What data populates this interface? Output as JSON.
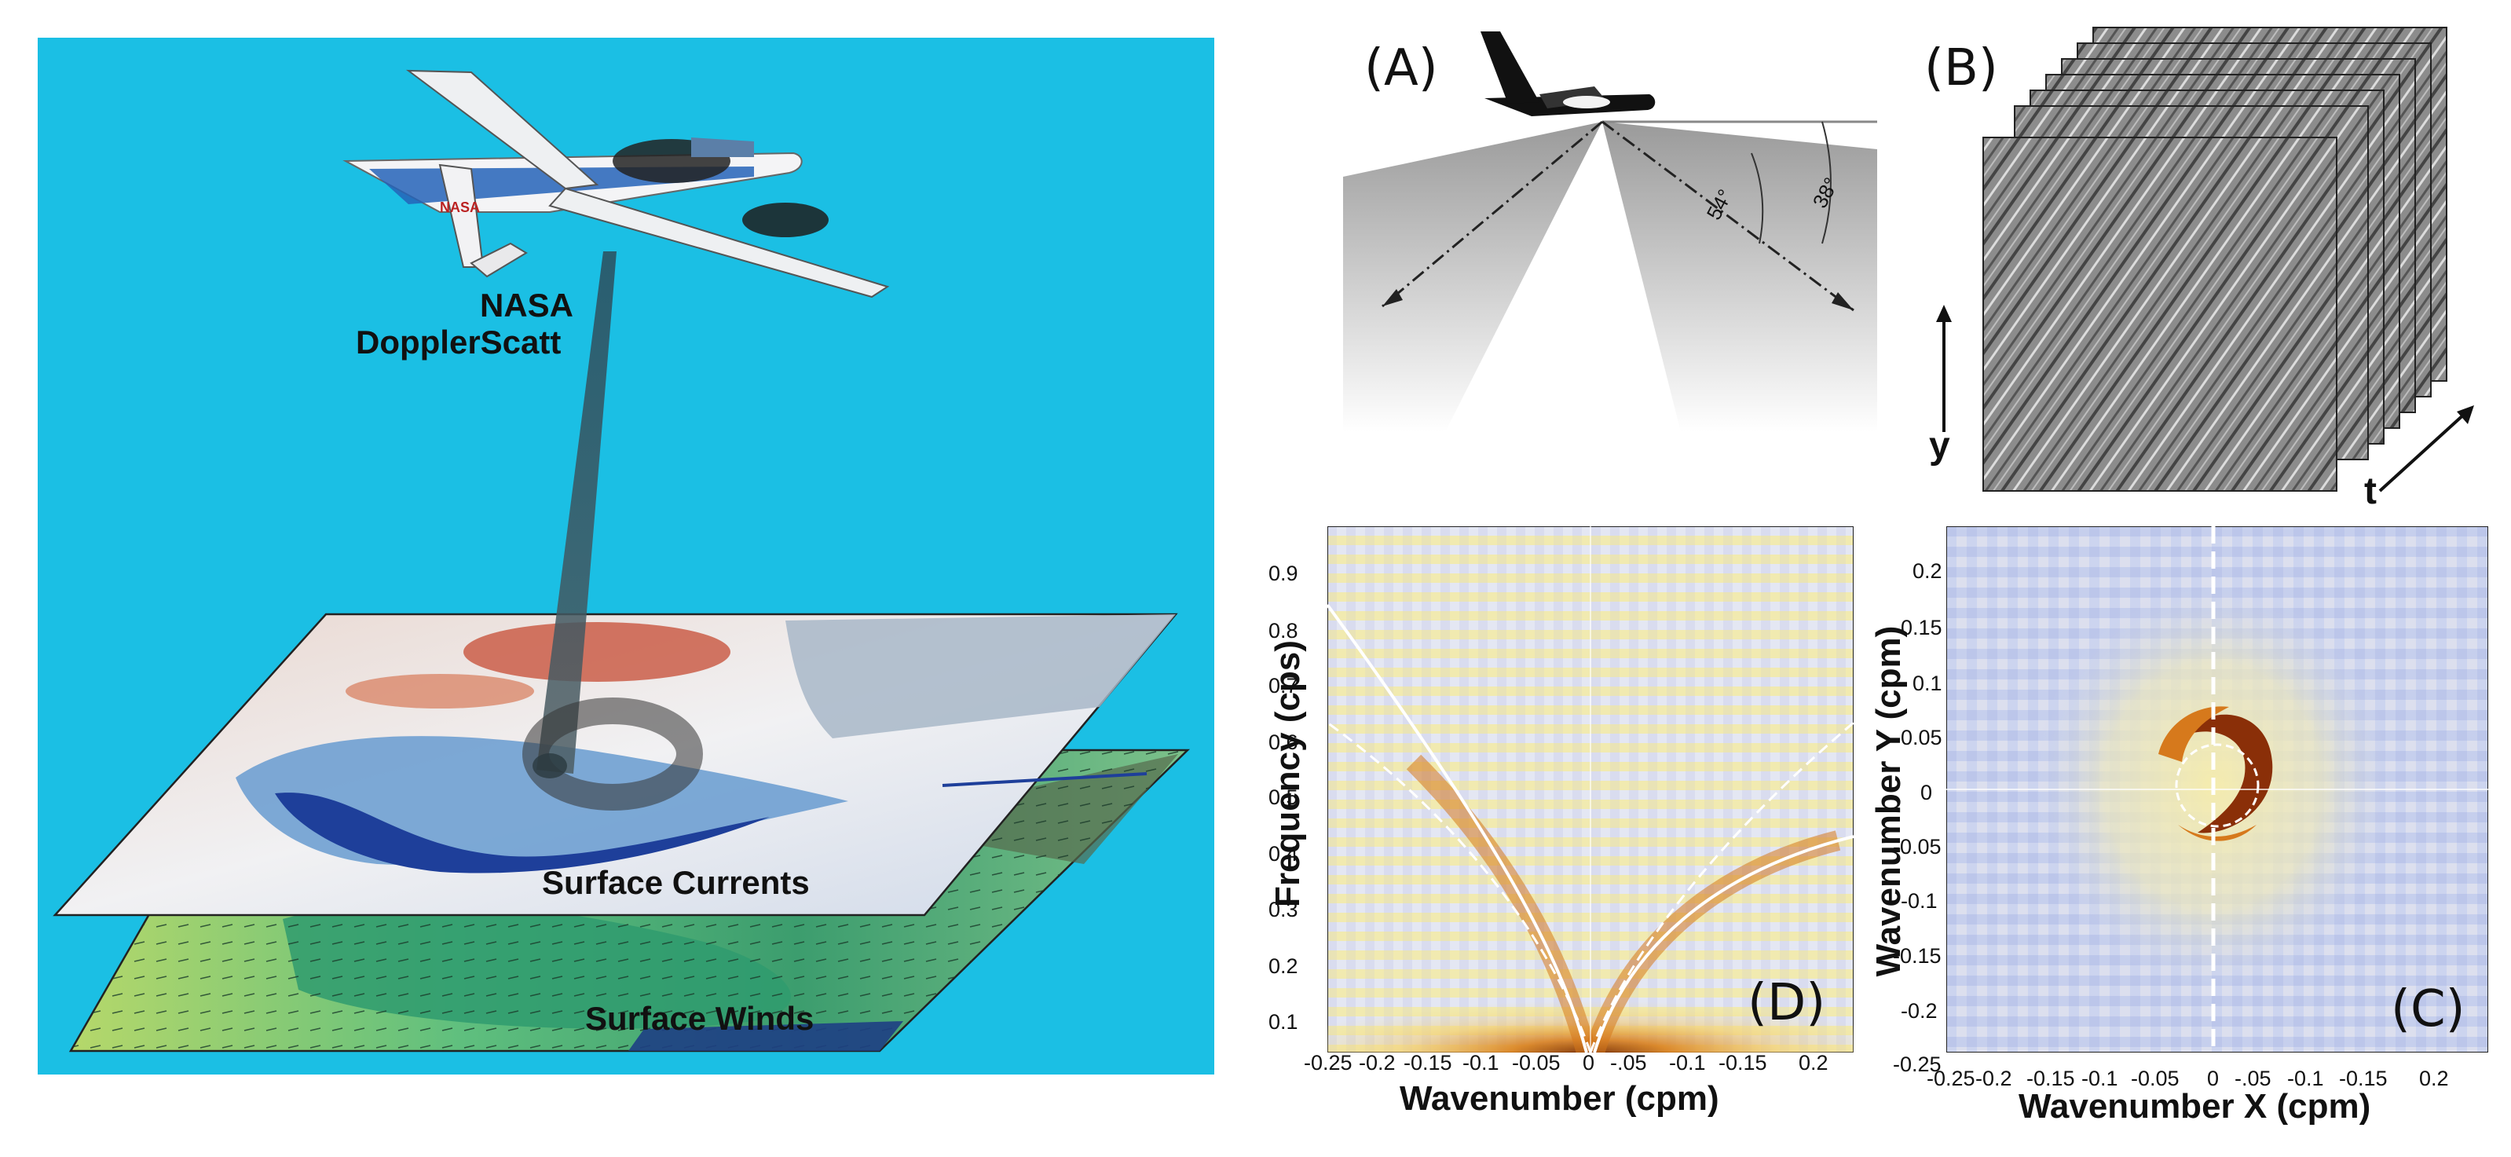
{
  "left_panel": {
    "aircraft_label_line1": "NASA",
    "aircraft_label_line2": "DopplerScatt",
    "layer_currents_label": "Surface Currents",
    "layer_winds_label": "Surface Winds",
    "aircraft_tail_text": "NASA",
    "colors": {
      "background": "#1bbfe4",
      "current_red": "#c8553e",
      "current_blue": "#1e4fa0",
      "wind_green": "#3aa673",
      "wind_yellow": "#c9dd6a"
    }
  },
  "panel_a": {
    "letter": "(A)",
    "angle_inner": "54°",
    "angle_outer": "38°"
  },
  "panel_b": {
    "letter": "(B)",
    "axis_y": "y",
    "axis_t": "t"
  },
  "panel_d": {
    "letter": "(D)",
    "ylabel": "Frequency (cps)",
    "xlabel": "Wavenumber (cpm)",
    "yticks": [
      "0.9",
      "0.8",
      "0.7",
      "0.6",
      "0.5",
      "0.4",
      "0.3",
      "0.2",
      "0.1"
    ],
    "xticks": [
      "-0.25",
      "-0.2",
      "-0.15",
      "-0.1",
      "-0.05",
      "0",
      "-.05",
      "-0.1",
      "-0.15",
      "0.2"
    ]
  },
  "panel_c": {
    "letter": "(C)",
    "ylabel": "Wavenumber Y (cpm)",
    "xlabel": "Wavenumber X (cpm)",
    "yticks": [
      "0.2",
      "0.15",
      "0.1",
      "0.05",
      "0",
      "-0.05",
      "-0.1",
      "-0.15",
      "-0.2",
      "-0.25"
    ],
    "xticks": [
      "-0.25",
      "-0.2",
      "-0.15",
      "-0.1",
      "-0.05",
      "0",
      "-.05",
      "-0.1",
      "-0.15",
      "0.2"
    ]
  }
}
